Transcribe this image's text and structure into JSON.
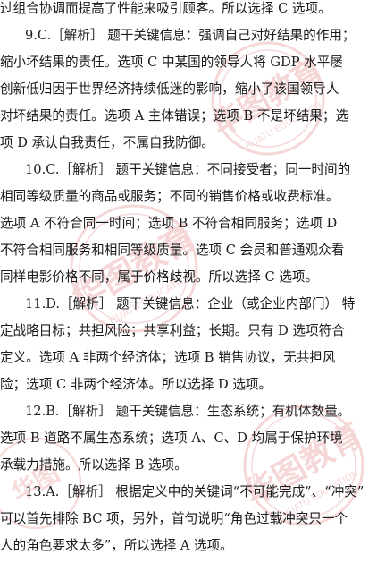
{
  "document": {
    "lines": [
      "过组合协调而提高了性能来吸引顾客。所以选择 C 选项。",
      "9.C.［解析］ 题干关键信息：强调自己对好结果的作用；",
      "缩小坏结果的责任。选项 C 中某国的领导人将 GDP 水平屡",
      "创新低归因于世界经济持续低迷的影响，缩小了该国领导人",
      "对坏结果的责任。选项 A 主体错误；选项 B 不是坏结果；选",
      "项 D 承认自我责任，不属自我防御。",
      "10.C.［解析］ 题干关键信息：不同接受者；同一时间的",
      "相同等级质量的商品或服务；不同的销售价格或收费标准。",
      "选项 A 不符合同一时间；选项 B 不符合相同服务；选项 D",
      "不符合相同服务和相同等级质量。选项 C 会员和普通观众看",
      "同样电影价格不同，属于价格歧视。所以选择 C 选项。",
      "11.D.［解析］ 题干关键信息：企业（或企业内部门） 特",
      "定战略目标；共担风险；共享利益；长期。只有 D 选项符合",
      "定义。选项 A 非两个经济体；选项 B 销售协议，无共担风",
      "险；选项 C 非两个经济体。所以选择 D 选项。",
      "12.B.［解析］ 题干关键信息：生态系统；有机体数量。",
      "选项 B 道路不属生态系统；选项 A、C、D 均属于保护环境",
      "承载力措施。所以选择 B 选项。",
      "13.A.［解析］ 根据定义中的关键词“不可能完成”、“冲突”",
      "可以首先排除 BC 项，另外，首句说明“角色过载冲突只一个",
      "人的角色要求太多”，所以选择 A 选项。"
    ],
    "watermark": {
      "brand": "华图教育",
      "brand_en": "HUATU EDUCATION",
      "color": "#f3c9c9"
    }
  }
}
